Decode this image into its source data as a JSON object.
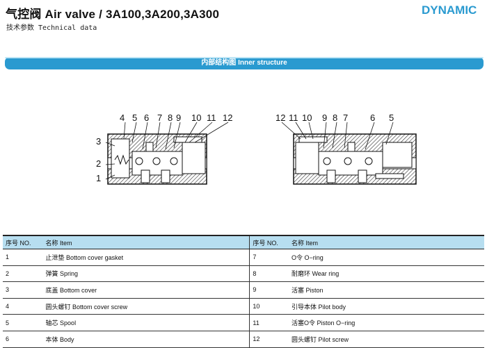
{
  "header": {
    "title": "气控阀 Air valve / 3A100,3A200,3A300",
    "subtitle": "技术参数 Technical data",
    "logo_text": "DYNAMIC",
    "brand_color": "#2a9ad0"
  },
  "section": {
    "title": "内部结构图 Inner structure"
  },
  "diagram": {
    "left_top_callouts": [
      "4",
      "5",
      "6",
      "7",
      "8",
      "9",
      "10",
      "11",
      "12"
    ],
    "left_side_callouts": [
      "3",
      "2",
      "1"
    ],
    "right_top_callouts": [
      "12",
      "11",
      "10",
      "9",
      "8",
      "7",
      "6",
      "5"
    ]
  },
  "table": {
    "headers": [
      "序号 NO.",
      "名称 Item",
      "序号 NO.",
      "名称 Item"
    ],
    "rows": [
      [
        "1",
        "止泄垫 Bottom cover gasket",
        "7",
        "O令 O−ring"
      ],
      [
        "2",
        "弹簧 Spring",
        "8",
        "耐磨环 Wear ring"
      ],
      [
        "3",
        "底盖 Bottom cover",
        "9",
        "活塞 Piston"
      ],
      [
        "4",
        "圆头螺钉 Bottom cover screw",
        "10",
        "引导本体 Pilot body"
      ],
      [
        "5",
        "轴芯 Spool",
        "11",
        "活塞O令 Piston O−ring"
      ],
      [
        "6",
        "本体 Body",
        "12",
        "圆头螺钉 Pilot screw"
      ]
    ]
  }
}
